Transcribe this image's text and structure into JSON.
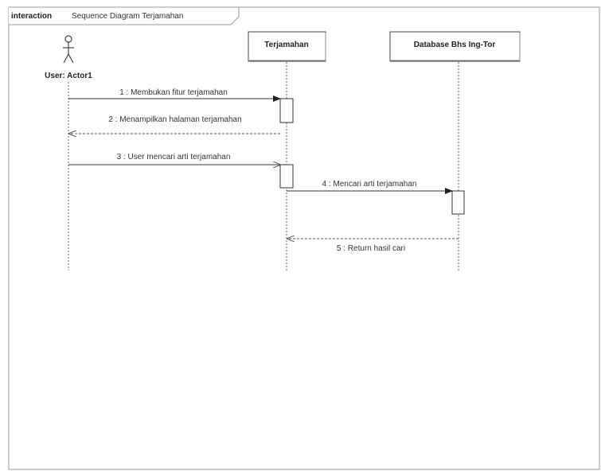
{
  "frame": {
    "keyword": "interaction",
    "name": "Sequence Diagram Terjamahan"
  },
  "actor": {
    "label": "User: Actor1"
  },
  "lifelines": [
    {
      "label": "Terjamahan"
    },
    {
      "label": "Database Bhs Ing-Tor"
    }
  ],
  "messages": [
    {
      "label": "1 : Membukan fitur terjamahan",
      "kind": "call"
    },
    {
      "label": "2 : Menampilkan halaman terjamahan",
      "kind": "return"
    },
    {
      "label": "3 : User mencari arti terjamahan",
      "kind": "call"
    },
    {
      "label": "4 : Mencari arti terjamahan",
      "kind": "call"
    },
    {
      "label": "5 : Return hasil cari",
      "kind": "return"
    }
  ],
  "colors": {
    "line": "#333333",
    "frame": "#9a9a9a",
    "box_fill": "#ffffff"
  }
}
